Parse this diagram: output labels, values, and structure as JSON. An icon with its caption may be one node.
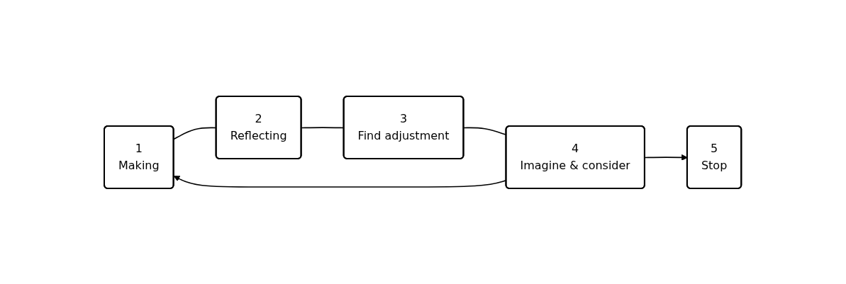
{
  "diagram": {
    "nodes": [
      {
        "text": [
          "1",
          "Making"
        ]
      },
      {
        "text": [
          "2",
          "Reflecting"
        ]
      },
      {
        "text": [
          "3",
          "Find adjustment"
        ]
      },
      {
        "text": [
          "4",
          "Imagine & consider"
        ]
      },
      {
        "text": [
          "5",
          "Stop"
        ]
      }
    ],
    "edges": [
      {
        "from": 0,
        "to": 1,
        "arrow": "none"
      },
      {
        "from": 1,
        "to": 2,
        "arrow": "none"
      },
      {
        "from": 2,
        "to": 3,
        "arrow": "none"
      },
      {
        "from": 3,
        "to": 4,
        "arrow": "to"
      },
      {
        "from": 3,
        "to": 0,
        "arrow": "to"
      }
    ]
  }
}
